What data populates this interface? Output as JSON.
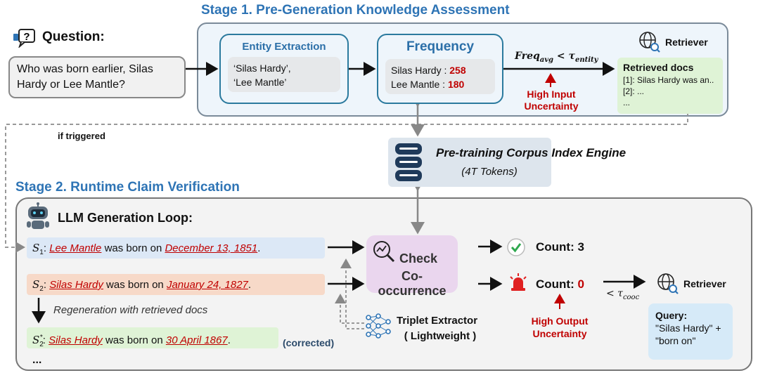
{
  "stage1": {
    "title": "Stage 1. Pre-Generation Knowledge Assessment"
  },
  "stage2": {
    "title": "Stage 2. Runtime Claim Verification"
  },
  "question": {
    "label": "Question:",
    "text": "Who was born earlier, Silas Hardy or Lee Mantle?"
  },
  "entity_extraction": {
    "title": "Entity Extraction",
    "items": [
      "‘Silas Hardy’,",
      "‘Lee Mantle’"
    ]
  },
  "frequency": {
    "title": "Frequency",
    "rows": [
      {
        "name": "Silas Hardy : ",
        "value": "258"
      },
      {
        "name": "Lee Mantle : ",
        "value": "180"
      }
    ]
  },
  "threshold_entity": "Freq_avg < τ_entity",
  "high_input": [
    "High Input",
    "Uncertainty"
  ],
  "retriever1": {
    "label": "Retriever",
    "docs_title": "Retrieved docs",
    "docs": [
      "[1]: Silas Hardy was an..",
      "[2]: ...",
      "..."
    ]
  },
  "if_triggered": "if triggered",
  "corpus": {
    "title": "Pre-training Corpus Index Engine",
    "subtitle": "(4T Tokens)"
  },
  "llm": {
    "label": "LLM Generation Loop:",
    "claims": [
      {
        "sub": "S1",
        "entity": "Lee Mantle",
        "mid": " was born on ",
        "date": "December 13, 1851",
        "end": "."
      },
      {
        "sub": "S2",
        "entity": "Silas Hardy",
        "mid": " was born on ",
        "date": "January 24, 1827",
        "end": "."
      },
      {
        "sub": "S2*",
        "entity": "Silas Hardy",
        "mid": " was born on ",
        "date": "30 April 1867",
        "end": "."
      }
    ],
    "regeneration": "Regeneration with retrieved docs",
    "corrected": "(corrected)",
    "ellipsis": "..."
  },
  "check": {
    "line1": "Check",
    "line2": "Co-occurrence"
  },
  "count_ok": {
    "label": "Count: ",
    "value": "3"
  },
  "count_bad": {
    "label": "Count: ",
    "value": "0"
  },
  "high_output": [
    "High Output",
    "Uncertainty"
  ],
  "threshold_cooc": "< τ_cooc",
  "retriever2": {
    "label": "Retriever",
    "query_title": "Query:",
    "query": [
      "\"Silas Hardy\" +",
      "\"born on\""
    ]
  },
  "triplet": {
    "line1": "Triplet Extractor",
    "line2": "( Lightweight )"
  },
  "colors": {
    "accent": "#2e74b5",
    "red": "#c00000",
    "green": "#2fa84f"
  }
}
